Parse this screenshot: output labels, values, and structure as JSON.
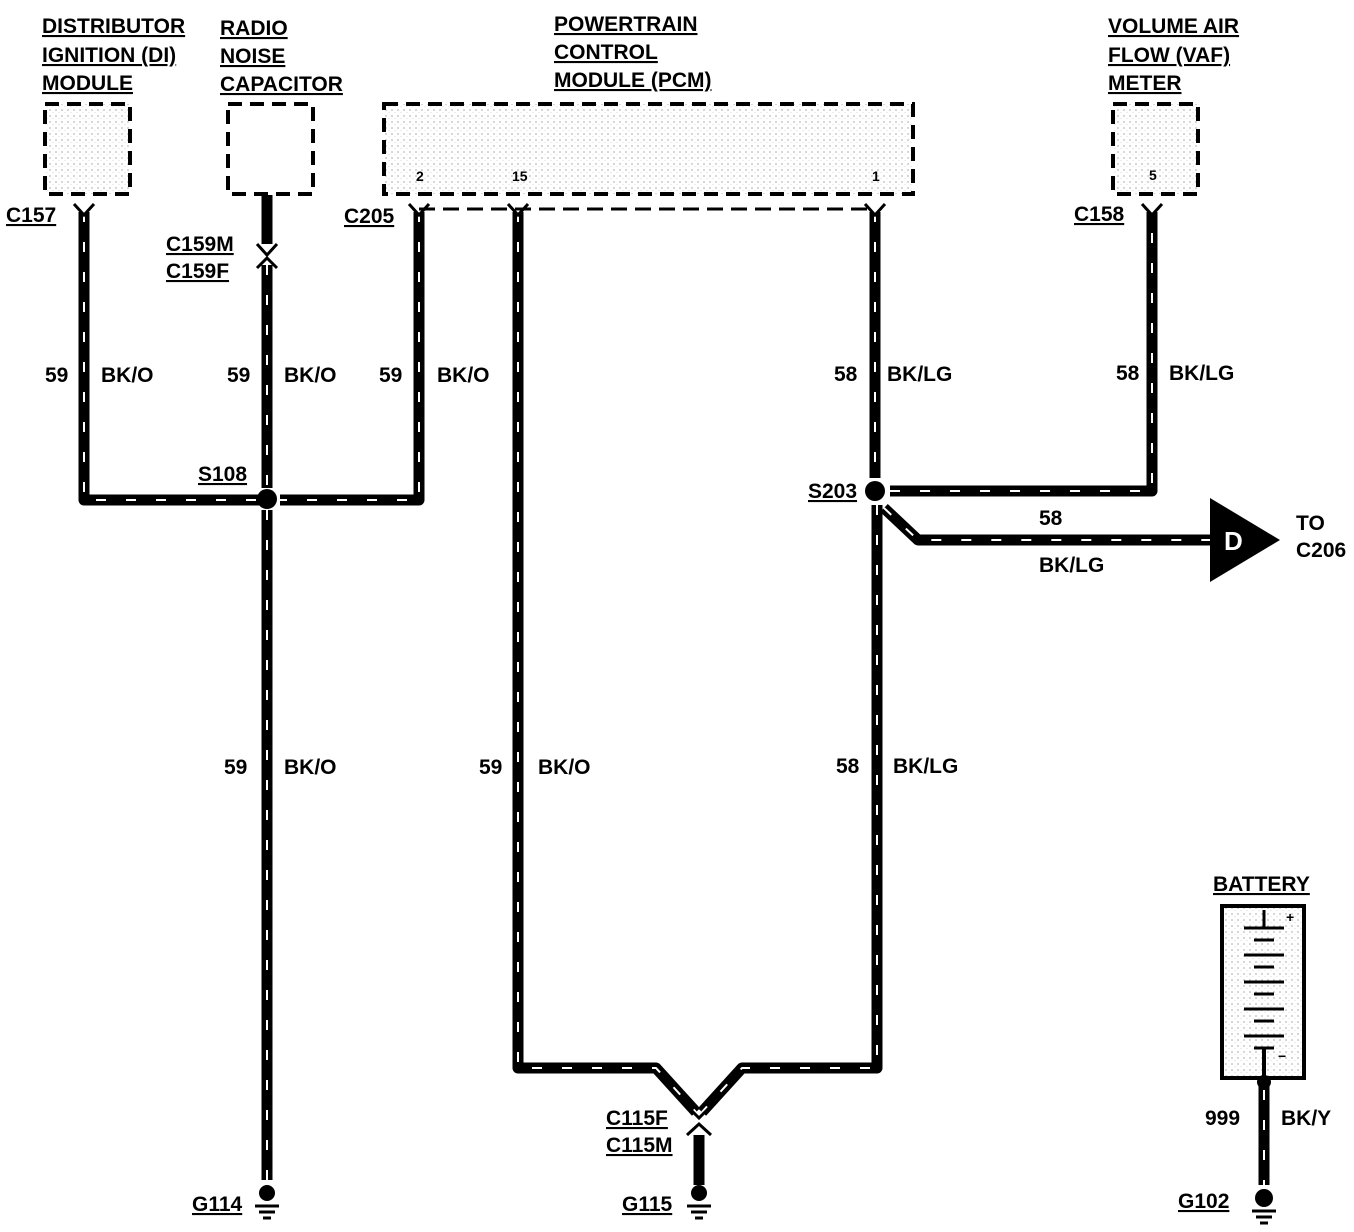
{
  "components": {
    "di_module": {
      "line1": "DISTRIBUTOR",
      "line2": "IGNITION (DI)",
      "line3": "MODULE"
    },
    "radio_capacitor": {
      "line1": "RADIO",
      "line2": "NOISE",
      "line3": "CAPACITOR"
    },
    "pcm": {
      "line1": "POWERTRAIN",
      "line2": "CONTROL",
      "line3": "MODULE (PCM)",
      "pin_a": "2",
      "pin_b": "15",
      "pin_c": "1"
    },
    "vaf": {
      "line1": "VOLUME AIR",
      "line2": "FLOW (VAF)",
      "line3": "METER",
      "pin": "5"
    },
    "battery": {
      "title": "BATTERY",
      "plus": "+",
      "minus": "−"
    }
  },
  "connectors": {
    "c157": "C157",
    "c159m": "C159M",
    "c159f": "C159F",
    "c205": "C205",
    "c158": "C158",
    "c115f": "C115F",
    "c115m": "C115M"
  },
  "splices": {
    "s108": "S108",
    "s203": "S203"
  },
  "grounds": {
    "g114": "G114",
    "g115": "G115",
    "g102": "G102"
  },
  "wires": {
    "w1_num": "59",
    "w1_col": "BK/O",
    "w2_num": "59",
    "w2_col": "BK/O",
    "w3_num": "59",
    "w3_col": "BK/O",
    "w4_num": "58",
    "w4_col": "BK/LG",
    "w5_num": "58",
    "w5_col": "BK/LG",
    "w6_num": "59",
    "w6_col": "BK/O",
    "w7_num": "59",
    "w7_col": "BK/O",
    "w8_num": "58",
    "w8_col": "BK/LG",
    "w9_num": "58",
    "w9_col": "BK/LG",
    "w10_num": "999",
    "w10_col": "BK/Y"
  },
  "offpage": {
    "letter": "D",
    "to_line1": "TO",
    "to_line2": "C206"
  }
}
